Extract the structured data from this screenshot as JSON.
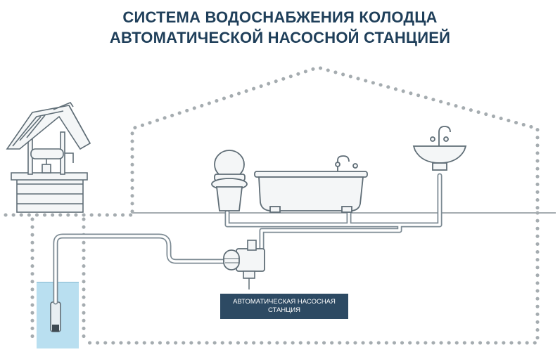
{
  "title": {
    "line1": "СИСТЕМА ВОДОСНАБЖЕНИЯ КОЛОДЦА",
    "line2": "АВТОМАТИЧЕСКОЙ НАСОСНОЙ СТАНЦИЕЙ"
  },
  "callout": {
    "line1": "АВТОМАТИЧЕСКАЯ НАСОСНАЯ",
    "line2": "СТАНЦИЯ"
  },
  "colors": {
    "title": "#1f3f5a",
    "callout_bg": "#2d4a63",
    "outline": "#9aa3a8",
    "pipe": "#7c8a93",
    "water": "#b9dff0"
  },
  "icons": [
    "well-icon",
    "toilet-icon",
    "bathtub-icon",
    "sink-icon",
    "pump-icon",
    "submersible-pump-icon"
  ]
}
